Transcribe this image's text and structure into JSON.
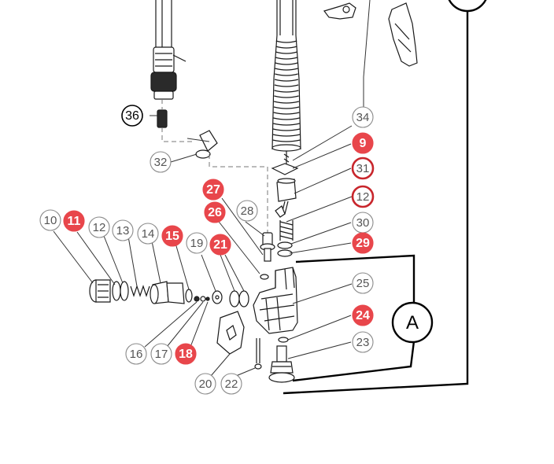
{
  "colors": {
    "highlight_fill": "#e8464b",
    "highlight_ring": "#c8262c",
    "plain_ring": "#8a8a8a",
    "plain_text": "#555555",
    "black": "#000000"
  },
  "callouts": [
    {
      "id": "36",
      "label": "36",
      "style": "bold-black"
    },
    {
      "id": "34",
      "label": "34",
      "style": "plain"
    },
    {
      "id": "9",
      "label": "9",
      "style": "highlight"
    },
    {
      "id": "31",
      "label": "31",
      "style": "ring-highlight"
    },
    {
      "id": "32",
      "label": "32",
      "style": "plain"
    },
    {
      "id": "27",
      "label": "27",
      "style": "highlight"
    },
    {
      "id": "26",
      "label": "26",
      "style": "highlight"
    },
    {
      "id": "28",
      "label": "28",
      "style": "plain"
    },
    {
      "id": "12b",
      "label": "12",
      "style": "ring-highlight"
    },
    {
      "id": "30",
      "label": "30",
      "style": "plain"
    },
    {
      "id": "29",
      "label": "29",
      "style": "highlight"
    },
    {
      "id": "10",
      "label": "10",
      "style": "plain"
    },
    {
      "id": "11",
      "label": "11",
      "style": "highlight"
    },
    {
      "id": "12",
      "label": "12",
      "style": "plain"
    },
    {
      "id": "13",
      "label": "13",
      "style": "plain"
    },
    {
      "id": "14",
      "label": "14",
      "style": "plain"
    },
    {
      "id": "15",
      "label": "15",
      "style": "highlight"
    },
    {
      "id": "19",
      "label": "19",
      "style": "plain"
    },
    {
      "id": "21",
      "label": "21",
      "style": "highlight"
    },
    {
      "id": "25",
      "label": "25",
      "style": "plain"
    },
    {
      "id": "24",
      "label": "24",
      "style": "highlight"
    },
    {
      "id": "23",
      "label": "23",
      "style": "plain"
    },
    {
      "id": "16",
      "label": "16",
      "style": "plain"
    },
    {
      "id": "17",
      "label": "17",
      "style": "plain"
    },
    {
      "id": "18",
      "label": "18",
      "style": "highlight"
    },
    {
      "id": "20",
      "label": "20",
      "style": "plain"
    },
    {
      "id": "22",
      "label": "22",
      "style": "plain"
    },
    {
      "id": "A",
      "label": "A",
      "style": "big"
    }
  ]
}
